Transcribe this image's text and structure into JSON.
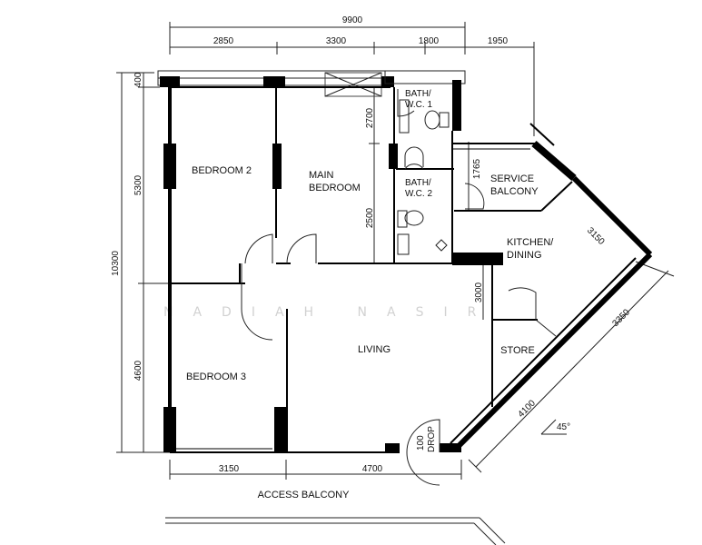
{
  "dimensions": {
    "overall_width": "9900",
    "top": [
      "2850",
      "3300",
      "1800",
      "1950"
    ],
    "overall_height": "10300",
    "left": [
      "400",
      "5300",
      "4600"
    ],
    "bottom": [
      "3150",
      "4700"
    ],
    "interior": [
      "2700",
      "2500",
      "1765",
      "3000",
      "3150",
      "3350",
      "4100"
    ]
  },
  "rooms": {
    "bedroom2": "BEDROOM 2",
    "main_bedroom": [
      "MAIN",
      "BEDROOM"
    ],
    "bath1": [
      "BATH/",
      "W.C. 1"
    ],
    "bath2": [
      "BATH/",
      "W.C. 2"
    ],
    "service_balcony": [
      "SERVICE",
      "BALCONY"
    ],
    "kitchen": [
      "KITCHEN/",
      "DINING"
    ],
    "living": "LIVING",
    "store": "STORE",
    "bedroom3": "BEDROOM 3"
  },
  "labels": {
    "access_balcony": "ACCESS BALCONY",
    "drop": [
      "100",
      "DROP"
    ],
    "angle": "45°",
    "watermark": "NADIAH NASIR"
  }
}
